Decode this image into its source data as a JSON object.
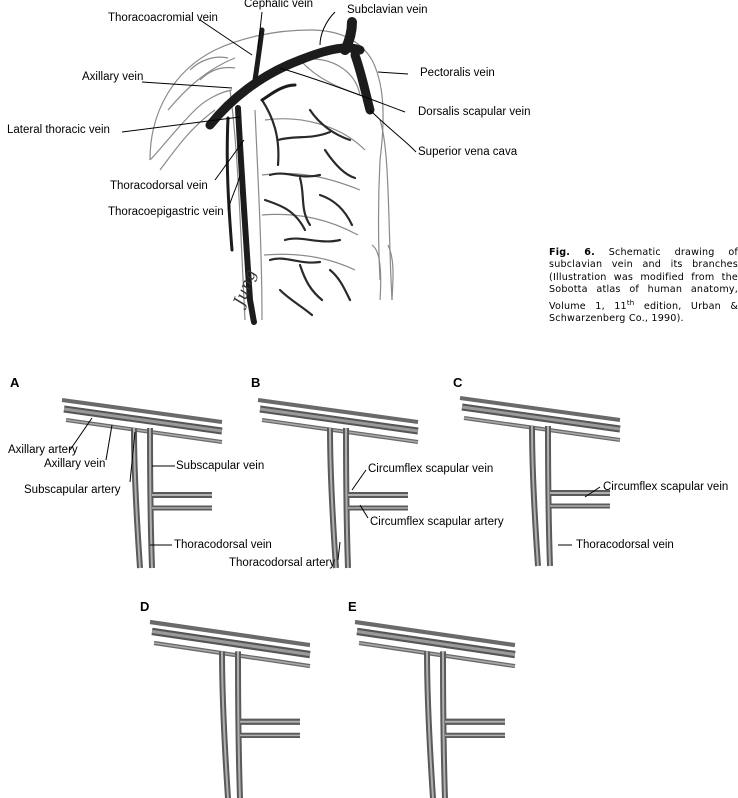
{
  "top_figure": {
    "labels": {
      "cephalic": "Cephalic vein",
      "subclavian": "Subclavian vein",
      "thoracoacromial": "Thoracoacromial vein",
      "axillary": "Axillary vein",
      "pectoralis": "Pectoralis vein",
      "dorsalis_scapular": "Dorsalis scapular vein",
      "lateral_thoracic": "Lateral thoracic vein",
      "superior_vena_cava": "Superior vena cava",
      "thoracodorsal": "Thoracodorsal vein",
      "thoracoepigastric": "Thoracoepigastric vein"
    },
    "signature": "Jung"
  },
  "caption": {
    "fig_label": "Fig. 6.",
    "text_1": "Schematic drawing of subclavian vein and its branches (Illustration was modified from the Sobotta atlas of human anatomy, Volume 1, 11",
    "superscript": "th",
    "text_2": "edition, Urban & Schwarzenberg Co., 1990)."
  },
  "panels": {
    "A": {
      "letter": "A",
      "axillary_artery": "Axillary artery",
      "axillary_vein": "Axillary vein",
      "subscapular_artery": "Subscapular artery",
      "subscapular_vein": "Subscapular vein",
      "thoracodorsal_vein": "Thoracodorsal vein"
    },
    "B": {
      "letter": "B",
      "circumflex_scapular_vein": "Circumflex scapular vein",
      "circumflex_scapular_artery": "Circumflex scapular artery",
      "thoracodorsal_artery": "Thoracodorsal artery"
    },
    "C": {
      "letter": "C",
      "circumflex_scapular_vein": "Circumflex scapular vein",
      "thoracodorsal_vein": "Thoracodorsal vein"
    },
    "D": {
      "letter": "D"
    },
    "E": {
      "letter": "E"
    }
  },
  "colors": {
    "vein": "#222222",
    "artery": "#7a7a7a",
    "sketch": "#888888"
  }
}
